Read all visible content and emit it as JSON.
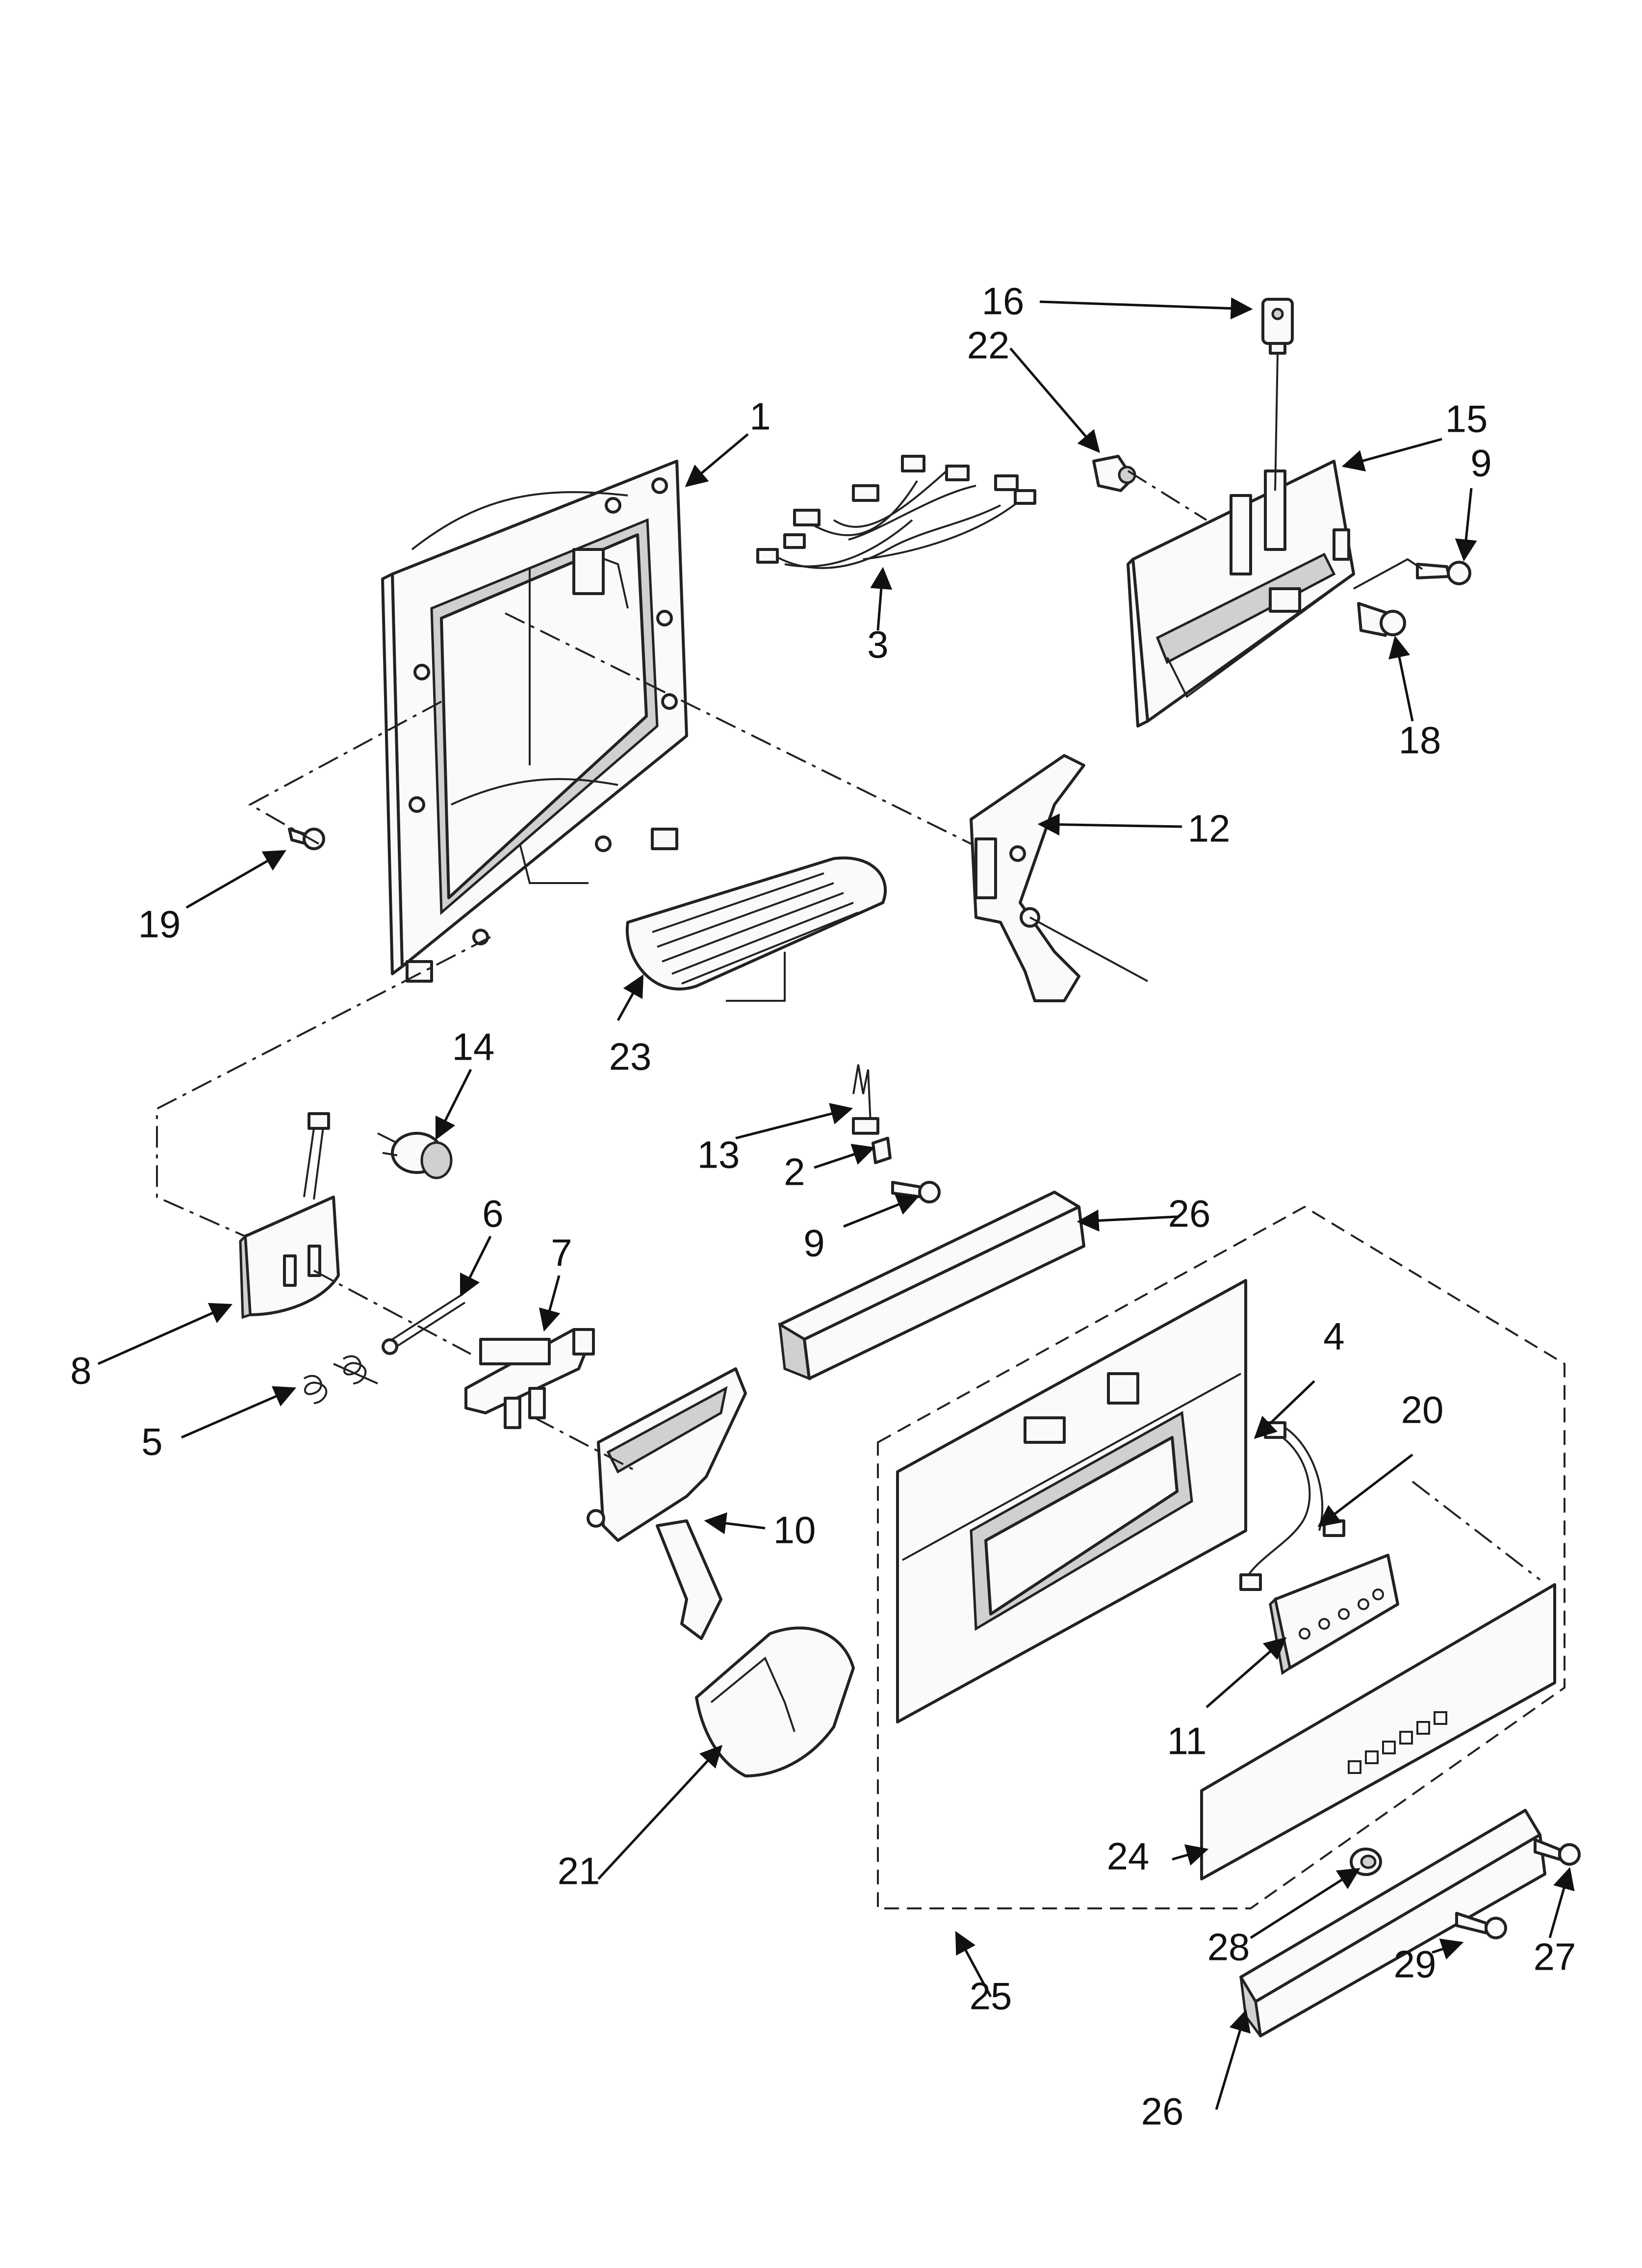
{
  "callouts": [
    {
      "id": "1",
      "label": "1"
    },
    {
      "id": "2",
      "label": "2"
    },
    {
      "id": "3",
      "label": "3"
    },
    {
      "id": "4",
      "label": "4"
    },
    {
      "id": "5",
      "label": "5"
    },
    {
      "id": "6",
      "label": "6"
    },
    {
      "id": "7",
      "label": "7"
    },
    {
      "id": "8",
      "label": "8"
    },
    {
      "id": "9a",
      "label": "9"
    },
    {
      "id": "9b",
      "label": "9"
    },
    {
      "id": "10",
      "label": "10"
    },
    {
      "id": "11",
      "label": "11"
    },
    {
      "id": "12",
      "label": "12"
    },
    {
      "id": "13",
      "label": "13"
    },
    {
      "id": "14",
      "label": "14"
    },
    {
      "id": "15",
      "label": "15"
    },
    {
      "id": "16",
      "label": "16"
    },
    {
      "id": "18",
      "label": "18"
    },
    {
      "id": "19",
      "label": "19"
    },
    {
      "id": "20",
      "label": "20"
    },
    {
      "id": "21",
      "label": "21"
    },
    {
      "id": "22",
      "label": "22"
    },
    {
      "id": "23",
      "label": "23"
    },
    {
      "id": "24",
      "label": "24"
    },
    {
      "id": "25",
      "label": "25"
    },
    {
      "id": "26a",
      "label": "26"
    },
    {
      "id": "26b",
      "label": "26"
    },
    {
      "id": "27",
      "label": "27"
    },
    {
      "id": "28",
      "label": "28"
    },
    {
      "id": "29",
      "label": "29"
    }
  ],
  "colors": {
    "line": "#222222",
    "background": "#ffffff",
    "shade": "#d0d0d0"
  }
}
